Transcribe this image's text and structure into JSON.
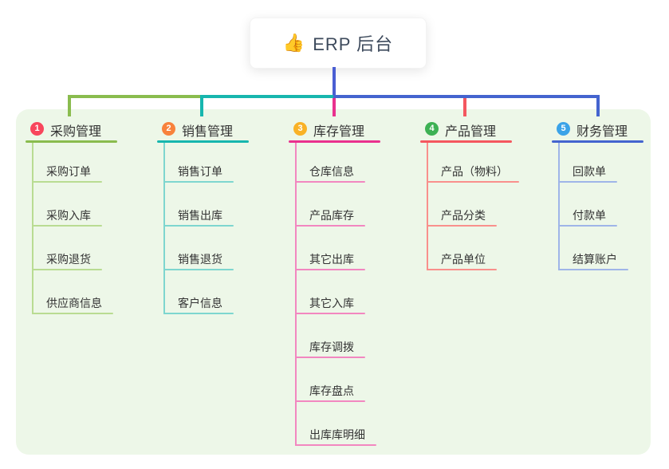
{
  "root": {
    "icon": "👍",
    "title": "ERP 后台"
  },
  "colors": {
    "canvas": "#ffffff",
    "panel": "#edf7e8",
    "stem": "#4a5ed3",
    "text": "#333333",
    "root_text": "#3d4a5c"
  },
  "branches": [
    {
      "num": "1",
      "label": "采购管理",
      "badge_color": "#f8465c",
      "line_color": "#8abc4e",
      "child_line_color": "#b9dc92",
      "children": [
        "采购订单",
        "采购入库",
        "采购退货",
        "供应商信息"
      ]
    },
    {
      "num": "2",
      "label": "销售管理",
      "badge_color": "#f8823c",
      "line_color": "#17b6ae",
      "child_line_color": "#7ed6cf",
      "children": [
        "销售订单",
        "销售出库",
        "销售退货",
        "客户信息"
      ]
    },
    {
      "num": "3",
      "label": "库存管理",
      "badge_color": "#f9b226",
      "line_color": "#e9318e",
      "child_line_color": "#f287c0",
      "children": [
        "仓库信息",
        "产品库存",
        "其它出库",
        "其它入库",
        "库存调拨",
        "库存盘点",
        "出库库明细"
      ]
    },
    {
      "num": "4",
      "label": "产品管理",
      "badge_color": "#3db154",
      "line_color": "#f4575f",
      "child_line_color": "#f9908c",
      "children": [
        "产品（物料）",
        "产品分类",
        "产品单位"
      ]
    },
    {
      "num": "5",
      "label": "财务管理",
      "badge_color": "#3ba3e8",
      "line_color": "#4464cf",
      "child_line_color": "#9fb5e8",
      "children": [
        "回款单",
        "付款单",
        "结算账户"
      ]
    }
  ]
}
